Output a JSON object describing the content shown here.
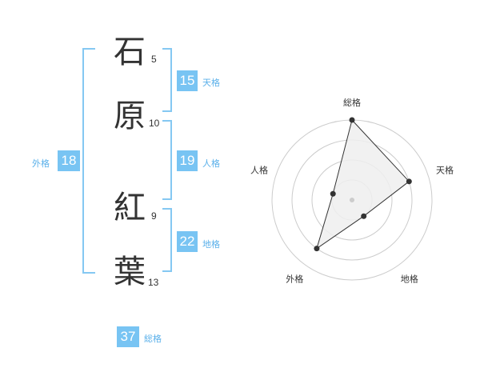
{
  "name_chars": [
    {
      "char": "石",
      "strokes": "5"
    },
    {
      "char": "原",
      "strokes": "10"
    },
    {
      "char": "紅",
      "strokes": "9"
    },
    {
      "char": "葉",
      "strokes": "13"
    }
  ],
  "fortunes": {
    "tenkaku": {
      "label": "天格",
      "value": "15"
    },
    "jinkaku": {
      "label": "人格",
      "value": "19"
    },
    "chikaku": {
      "label": "地格",
      "value": "22"
    },
    "gaikaku": {
      "label": "外格",
      "value": "18"
    },
    "soukaku": {
      "label": "総格",
      "value": "37"
    }
  },
  "chart_data": {
    "type": "radar",
    "axes": [
      "総格",
      "天格",
      "地格",
      "外格",
      "人格"
    ],
    "levels": 4,
    "max": 4,
    "values": [
      4,
      3,
      1,
      3,
      1
    ],
    "colors": {
      "fill": "#eeeeee",
      "line": "#333333",
      "point": "#333333",
      "grid": "#cccccc",
      "center": "#cccccc"
    }
  }
}
